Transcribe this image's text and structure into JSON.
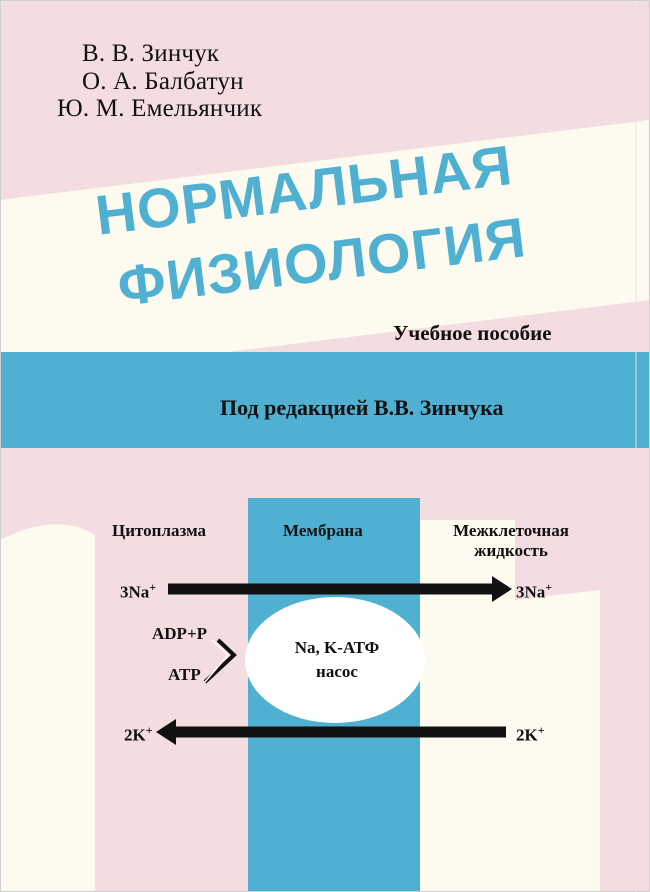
{
  "authors": [
    "В. В. Зинчук",
    "О. А. Балбатун",
    "Ю. М. Емельянчик"
  ],
  "title": {
    "line1": "НОРМАЛЬНАЯ",
    "line2": "ФИЗИОЛОГИЯ"
  },
  "subtitle": "Учебное пособие",
  "editor": "Под редакцией В.В. Зинчука",
  "diagram": {
    "cytoplasm": "Цитоплазма",
    "membrane": "Мембрана",
    "extracellular": [
      "Межклеточная",
      "жидкость"
    ],
    "na_left": "3Na",
    "na_right": "3Na",
    "na_sup": "+",
    "k_left": "2K",
    "k_right": "2K",
    "k_sup": "+",
    "adp": "ADP+P",
    "atp": "ATP",
    "pump": [
      "Na, K-АТФ",
      "насос"
    ]
  },
  "colors": {
    "blue": "#4fb0d2",
    "pink": "#f3dde0",
    "cream": "#fdfbf0"
  }
}
